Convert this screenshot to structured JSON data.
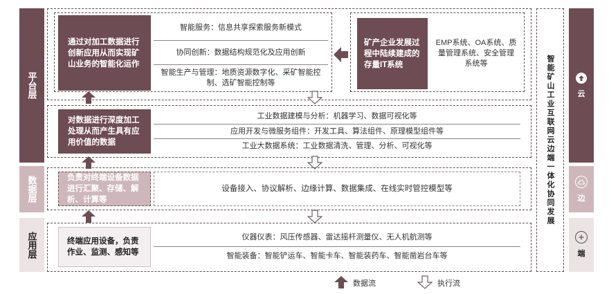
{
  "layers": {
    "platform": "平台层",
    "data": "数据层",
    "application": "应用层"
  },
  "platform_top": {
    "main_box": "通过对加工数据进行创新应用从而实现矿山业务的智能化运作",
    "rows": [
      "智能服务：信息共享探索服务新模式",
      "协同创新：数据结构规范化及应用创新",
      "智能生产与管理：地质资源数字化、采矿智能控制、选矿智能控制等"
    ]
  },
  "legacy": {
    "box": "矿产企业发展过程中陆续建成的存量IT系统",
    "systems": "EMP系统、OA系统、质量管理系统、安全管理系统等"
  },
  "platform_bottom": {
    "main_box": "对数据进行深度加工处理从而产生具有应用价值的数据",
    "rows": [
      "工业数据建模与分析：机器学习、数据可视化等",
      "应用开发与微服务组件：开发工具、算法组件、原理模型组件等",
      "工业大数据系统：工业数据清洗、管理、分析、可视化等"
    ]
  },
  "data_layer": {
    "box": "负责对终端设备数据进行汇聚、存储、解析、计算等",
    "content": "设备接入、协议解析、边缘计算、数据集成、在线实时管控模型等"
  },
  "app_layer": {
    "box": "终端应用设备，负责作业、监测、感知等",
    "rows": [
      "仪器仪表：风压传感器、雷达摇杆测量仪、无人机航测等",
      "智能装备：智能铲运车、智能卡车、智能装药车、智能凿岩台车等"
    ]
  },
  "side_title": "智能矿山工业互联网云边端一体化协同发展",
  "right_tabs": {
    "cloud": "云",
    "edge": "边",
    "end": "端"
  },
  "legend": {
    "data_flow": "数据流",
    "exec_flow": "执行流"
  },
  "colors": {
    "dark": "#6e4c53",
    "light": "#ceb7ba",
    "pale": "#ebe3e4"
  }
}
